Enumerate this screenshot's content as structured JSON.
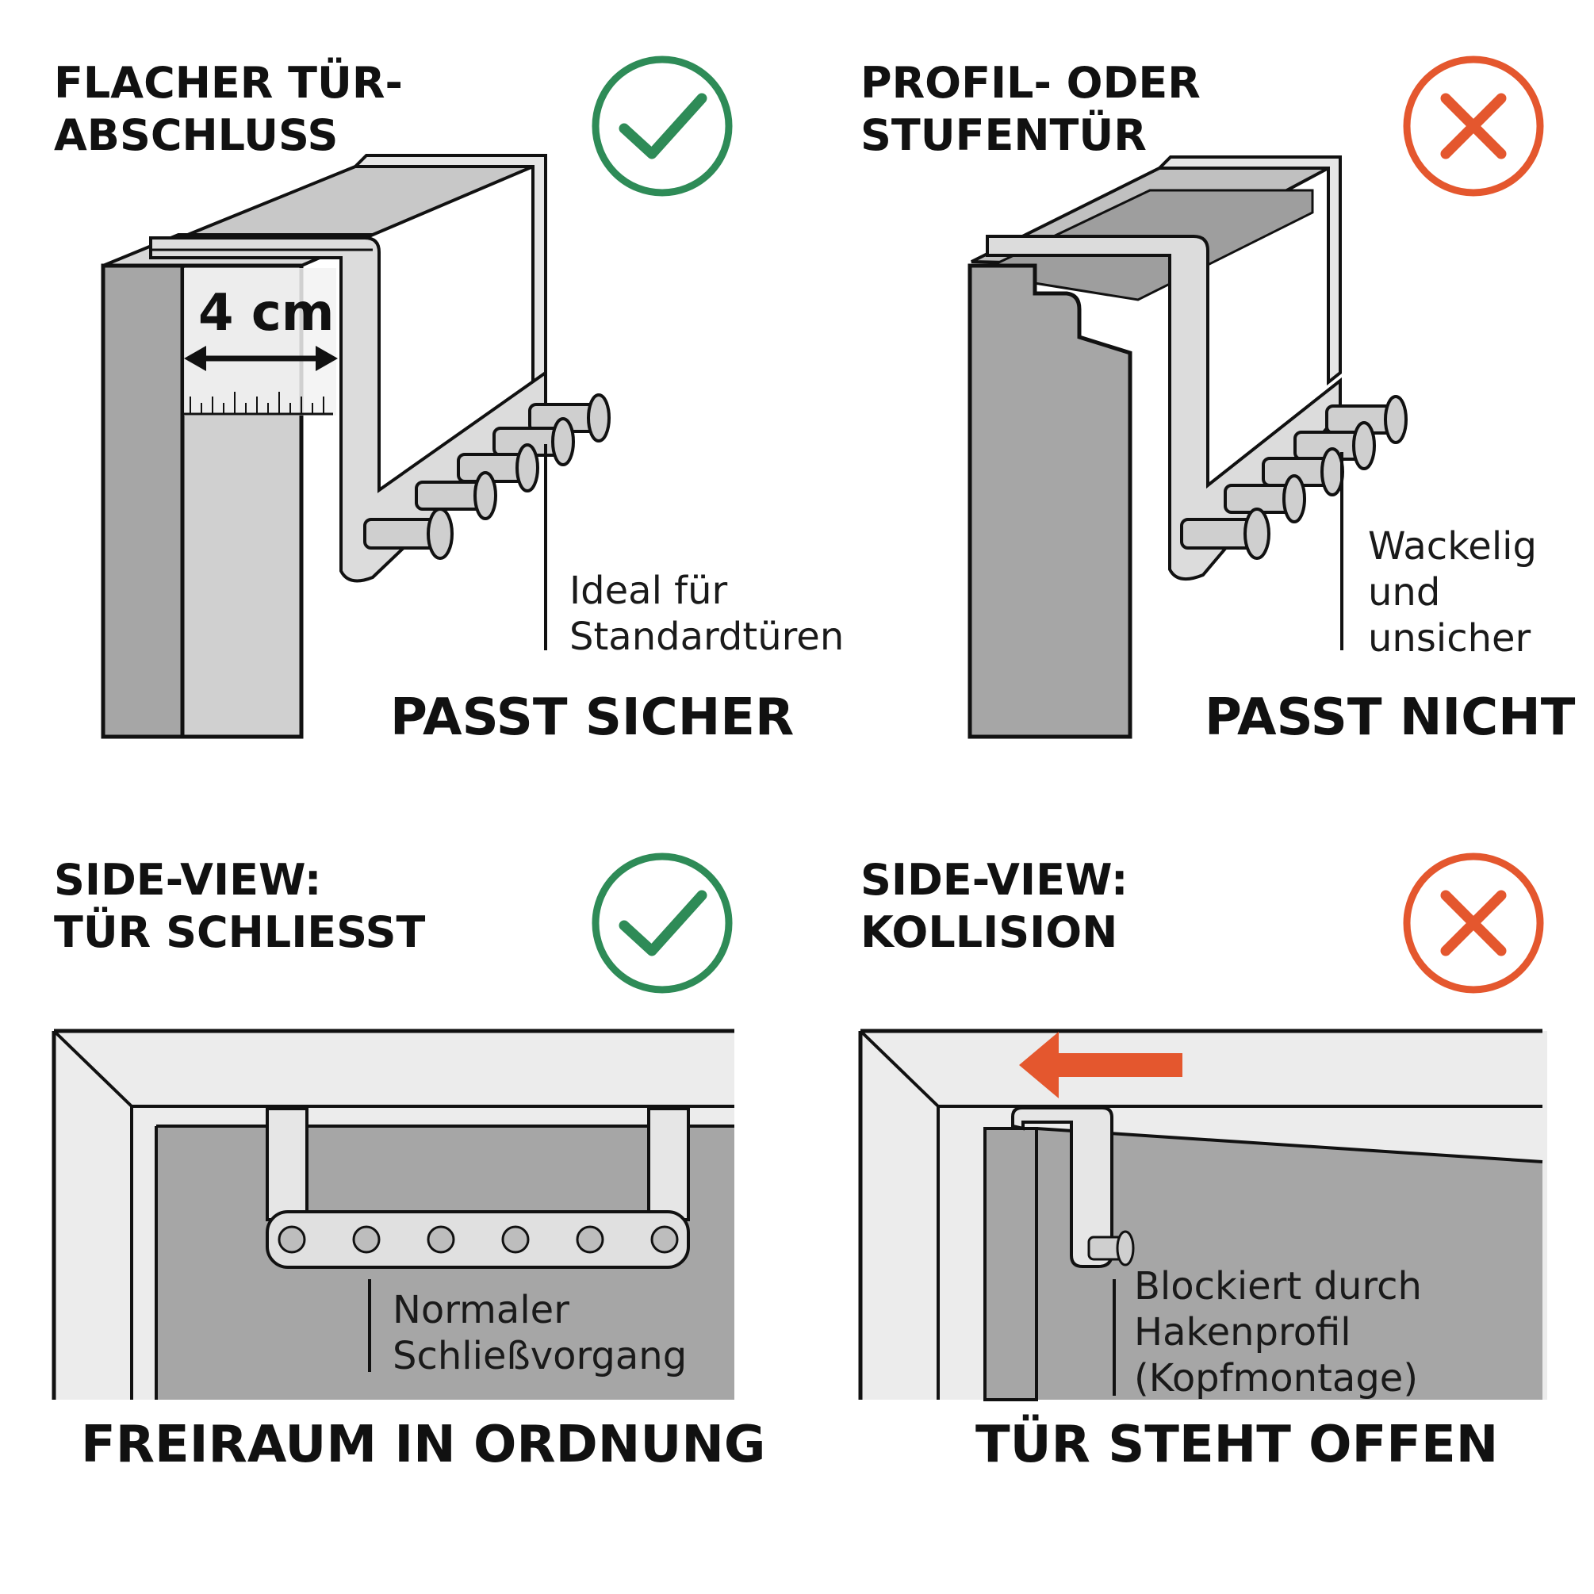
{
  "colors": {
    "ok": "#2e8b57",
    "bad": "#e4572e",
    "door": "#a6a6a6",
    "frame": "#ececec",
    "ink": "#111111"
  },
  "panels": [
    {
      "title_lines": [
        "FLACHER TÜR-",
        "ABSCHLUSS"
      ],
      "icon": "check-icon",
      "dimension_label": "4 cm",
      "note_lines": [
        "Ideal für",
        "Standardtüren"
      ],
      "verdict": "PASST SICHER"
    },
    {
      "title_lines": [
        "PROFIL- ODER",
        "STUFENTÜR"
      ],
      "icon": "cross-icon",
      "note_lines": [
        "Wackelig",
        "und",
        "unsicher"
      ],
      "verdict": "PASST NICHT"
    },
    {
      "title_lines": [
        "SIDE-VIEW:",
        "TÜR SCHLIESST"
      ],
      "icon": "check-icon",
      "note_lines": [
        "Normaler",
        "Schließvorgang"
      ],
      "verdict": "FREIRAUM IN ORDNUNG"
    },
    {
      "title_lines": [
        "SIDE-VIEW:",
        "KOLLISION"
      ],
      "icon": "cross-icon",
      "note_lines": [
        "Blockiert durch",
        "Hakenprofil",
        "(Kopfmontage)"
      ],
      "verdict": "TÜR STEHT OFFEN"
    }
  ]
}
